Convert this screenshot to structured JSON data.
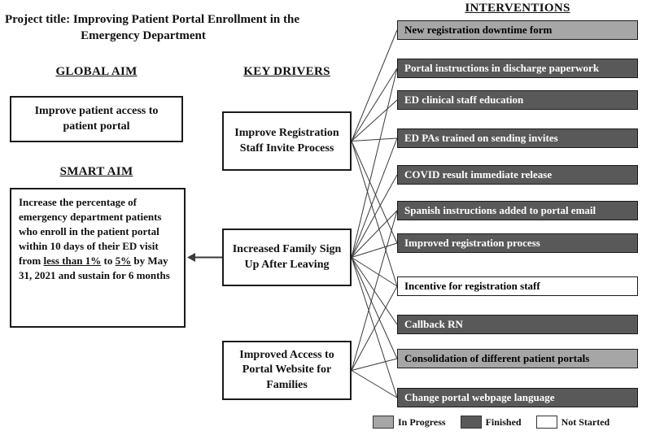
{
  "title": {
    "line1": "Project title: Improving Patient Portal Enrollment in the",
    "line2": "Emergency Department"
  },
  "headings": {
    "interventions": "INTERVENTIONS",
    "global_aim": "GLOBAL AIM",
    "key_drivers": "KEY DRIVERS",
    "smart_aim": "SMART AIM"
  },
  "global_aim": {
    "text": "Improve patient access to patient portal"
  },
  "smart_aim": {
    "part1": "Increase the percentage of emergency department patients who enroll in the patient portal within 10 days of their ED visit from ",
    "underlined1": "less than 1%",
    "part2": " to ",
    "underlined2": "5%",
    "part3": " by May 31, 2021 and sustain for 6 months"
  },
  "drivers": {
    "items": [
      {
        "label": "Improve Registration Staff Invite Process"
      },
      {
        "label": "Increased Family Sign Up After Leaving"
      },
      {
        "label": "Improved Access to Portal Website for Families"
      }
    ]
  },
  "interventions": {
    "items": [
      {
        "label": "New registration downtime form",
        "status": "in-progress"
      },
      {
        "label": "Portal instructions in discharge paperwork",
        "status": "finished"
      },
      {
        "label": "ED clinical staff education",
        "status": "finished"
      },
      {
        "label": "ED PAs trained on sending invites",
        "status": "finished"
      },
      {
        "label": "COVID result immediate release",
        "status": "finished"
      },
      {
        "label": "Spanish instructions added to portal email",
        "status": "finished"
      },
      {
        "label": "Improved registration process",
        "status": "finished"
      },
      {
        "label": "Incentive for registration staff",
        "status": "not-started"
      },
      {
        "label": "Callback RN",
        "status": "finished"
      },
      {
        "label": "Consolidation of different patient portals",
        "status": "in-progress"
      },
      {
        "label": "Change portal webpage language",
        "status": "finished"
      }
    ]
  },
  "connections": [
    {
      "from": 0,
      "to": [
        0,
        1,
        2,
        3,
        6,
        7
      ]
    },
    {
      "from": 1,
      "to": [
        1,
        3,
        4,
        5,
        6,
        7,
        8,
        9,
        10
      ]
    },
    {
      "from": 2,
      "to": [
        5,
        7,
        9,
        10
      ]
    }
  ],
  "legend": {
    "items": [
      {
        "label": "In Progress",
        "status": "in-progress"
      },
      {
        "label": "Finished",
        "status": "finished"
      },
      {
        "label": "Not Started",
        "status": "not-started"
      }
    ]
  },
  "colors": {
    "in_progress": "#a6a6a6",
    "finished": "#595959",
    "not_started": "#ffffff",
    "line": "#3a3a3a"
  }
}
